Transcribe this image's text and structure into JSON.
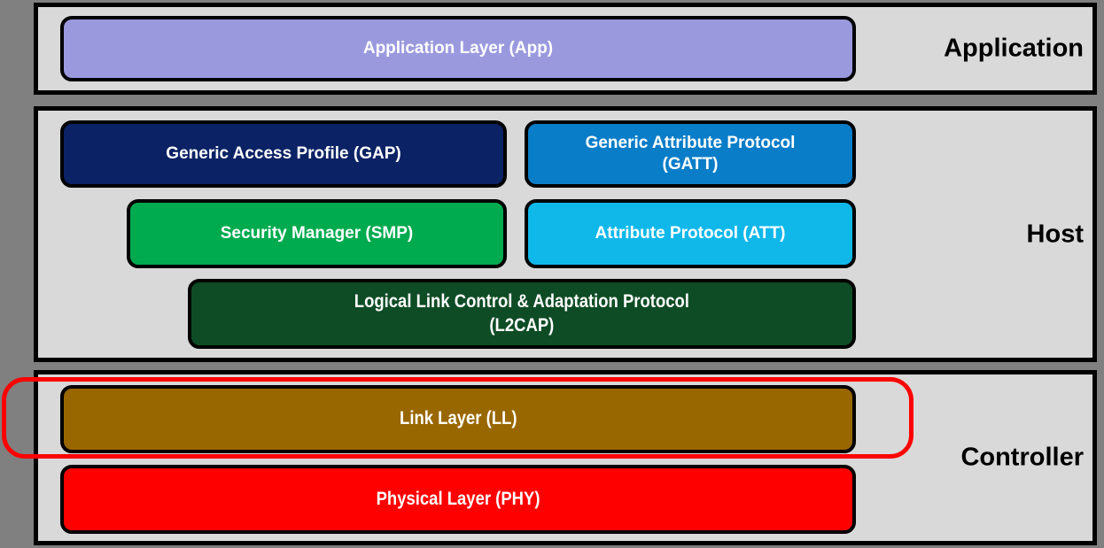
{
  "palette": {
    "page_background": "#808080",
    "section_fill": "#d9d9d9",
    "section_border": "#000000",
    "box_border": "#000000",
    "box_text": "#ffffff",
    "section_label_text": "#000000",
    "highlight_red": "#ff0000"
  },
  "sections": {
    "application": {
      "label": "Application",
      "boxes": {
        "app": {
          "label": "Application Layer (App)",
          "color": "#9b99de"
        }
      }
    },
    "host": {
      "label": "Host",
      "boxes": {
        "gap": {
          "label": "Generic Access Profile (GAP)",
          "color": "#0b2265"
        },
        "gatt": {
          "label": "Generic Attribute Protocol\n(GATT)",
          "color": "#0a7dc8"
        },
        "smp": {
          "label": "Security Manager (SMP)",
          "color": "#00ab4f"
        },
        "att": {
          "label": "Attribute Protocol (ATT)",
          "color": "#10b8ea"
        },
        "l2cap": {
          "label": "Logical Link Control & Adaptation Protocol\n(L2CAP)",
          "color": "#0e4c25"
        }
      }
    },
    "controller": {
      "label": "Controller",
      "boxes": {
        "ll": {
          "label": "Link Layer (LL)",
          "color": "#996700",
          "highlighted": true
        },
        "phy": {
          "label": "Physical Layer (PHY)",
          "color": "#ff0000"
        }
      }
    }
  }
}
